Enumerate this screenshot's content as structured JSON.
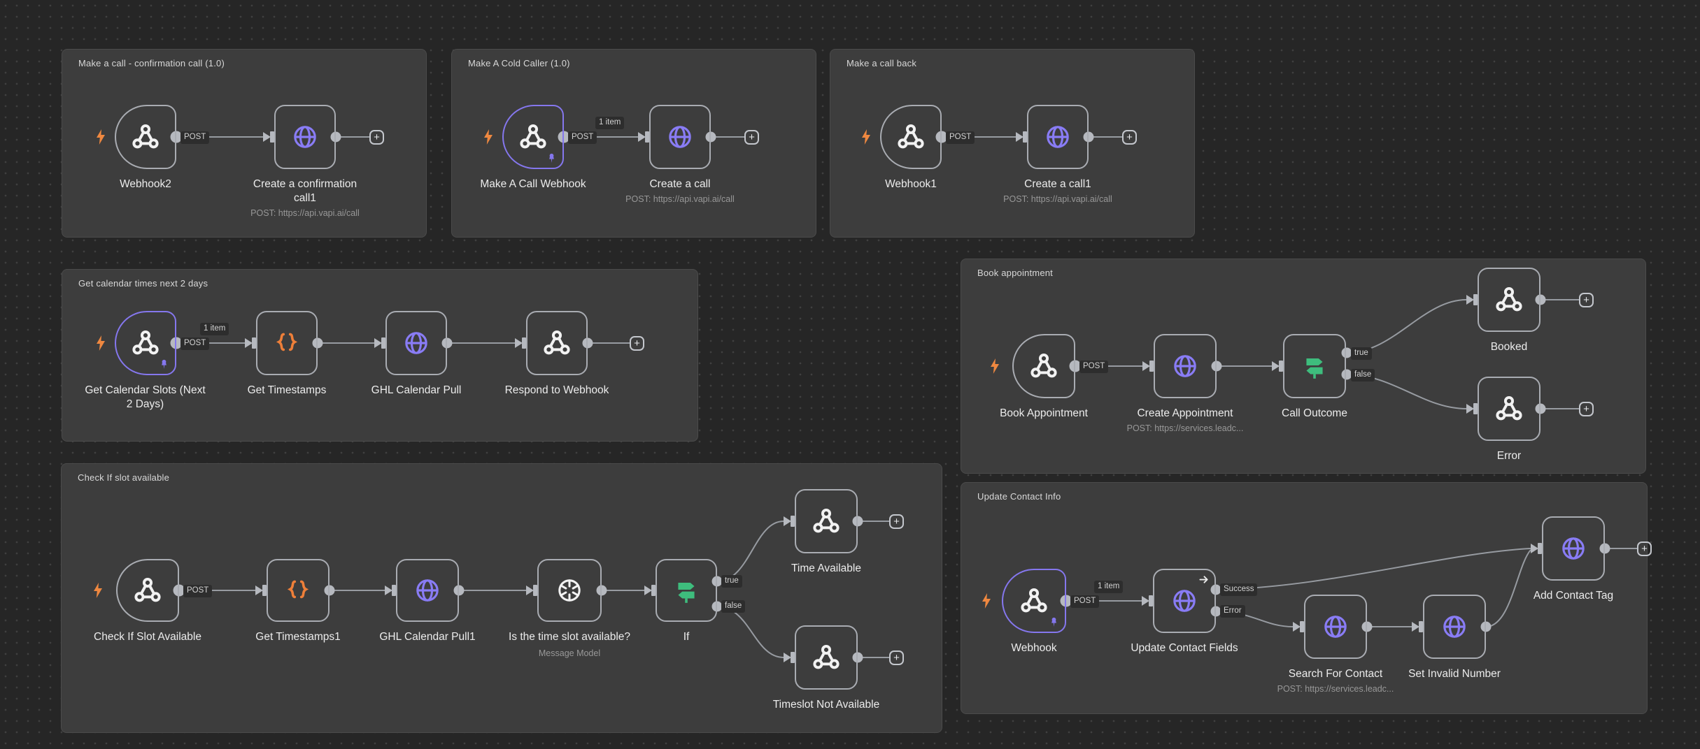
{
  "app": {
    "name": "workflow canvas"
  },
  "colors": {
    "canvas_bg": "#262626",
    "group_bg": "#3d3d3d",
    "wire": "#979ba1",
    "node_border": "#a9acb2",
    "pinned_border": "#8577ee",
    "http_icon": "#897cf5",
    "code_icon": "#ee7f39",
    "switch_icon": "#3ebd7d",
    "trigger_bolt": "#ef8840"
  },
  "labels": {
    "plus": "+",
    "post": "POST",
    "one_item": "1 item",
    "true_out": "true",
    "false_out": "false",
    "success_out": "Success",
    "error_out": "Error"
  },
  "groups": [
    {
      "title": "Make a call - confirmation call (1.0)",
      "nodes": [
        {
          "label": "Webhook2",
          "icon": "webhook-trigger"
        },
        {
          "label": "Create a confirmation call1",
          "subtitle": "POST: https://api.vapi.ai/call",
          "icon": "http-request"
        }
      ],
      "connections": [
        {
          "from": "Webhook2",
          "to": "Create a confirmation call1",
          "label": "POST"
        }
      ]
    },
    {
      "title": "Make A Cold Caller (1.0)",
      "nodes": [
        {
          "label": "Make A Call Webhook",
          "icon": "webhook-trigger",
          "pinned": true
        },
        {
          "label": "Create a call",
          "subtitle": "POST: https://api.vapi.ai/call",
          "icon": "http-request"
        }
      ],
      "connections": [
        {
          "from": "Make A Call Webhook",
          "to": "Create a call",
          "label": "POST, 1 item"
        }
      ]
    },
    {
      "title": "Make a call back",
      "nodes": [
        {
          "label": "Webhook1",
          "icon": "webhook-trigger"
        },
        {
          "label": "Create a call1",
          "subtitle": "POST: https://api.vapi.ai/call",
          "icon": "http-request"
        }
      ],
      "connections": [
        {
          "from": "Webhook1",
          "to": "Create a call1",
          "label": "POST"
        }
      ]
    },
    {
      "title": "Get calendar times next 2 days",
      "nodes": [
        {
          "label": "Get Calendar Slots (Next 2 Days)",
          "icon": "webhook-trigger",
          "pinned": true
        },
        {
          "label": "Get Timestamps",
          "icon": "code"
        },
        {
          "label": "GHL Calendar Pull",
          "icon": "http-request"
        },
        {
          "label": "Respond to Webhook",
          "icon": "respond-webhook"
        }
      ],
      "connections": [
        {
          "from": "Get Calendar Slots (Next 2 Days)",
          "to": "Get Timestamps",
          "label": "POST, 1 item"
        },
        {
          "from": "Get Timestamps",
          "to": "GHL Calendar Pull"
        },
        {
          "from": "GHL Calendar Pull",
          "to": "Respond to Webhook"
        }
      ]
    },
    {
      "title": "Book appointment",
      "nodes": [
        {
          "label": "Book Appointment",
          "icon": "webhook-trigger"
        },
        {
          "label": "Create Appointment",
          "subtitle": "POST: https://services.leadc...",
          "icon": "http-request"
        },
        {
          "label": "Call Outcome",
          "icon": "switch"
        },
        {
          "label": "Booked",
          "icon": "respond-webhook"
        },
        {
          "label": "Error",
          "icon": "respond-webhook"
        }
      ],
      "connections": [
        {
          "from": "Book Appointment",
          "to": "Create Appointment",
          "label": "POST"
        },
        {
          "from": "Create Appointment",
          "to": "Call Outcome"
        },
        {
          "from": "Call Outcome",
          "to": "Booked",
          "label": "true"
        },
        {
          "from": "Call Outcome",
          "to": "Error",
          "label": "false"
        }
      ]
    },
    {
      "title": "Check If slot available",
      "nodes": [
        {
          "label": "Check If Slot Available",
          "icon": "webhook-trigger"
        },
        {
          "label": "Get Timestamps1",
          "icon": "code"
        },
        {
          "label": "GHL Calendar Pull1",
          "icon": "http-request"
        },
        {
          "label": "Is the time slot available?",
          "subtitle": "Message Model",
          "icon": "openai"
        },
        {
          "label": "If",
          "icon": "switch"
        },
        {
          "label": "Time Available",
          "icon": "respond-webhook"
        },
        {
          "label": "Timeslot Not Available",
          "icon": "respond-webhook"
        }
      ],
      "connections": [
        {
          "from": "Check If Slot Available",
          "to": "Get Timestamps1",
          "label": "POST"
        },
        {
          "from": "Get Timestamps1",
          "to": "GHL Calendar Pull1"
        },
        {
          "from": "GHL Calendar Pull1",
          "to": "Is the time slot available?"
        },
        {
          "from": "Is the time slot available?",
          "to": "If"
        },
        {
          "from": "If",
          "to": "Time Available",
          "label": "true"
        },
        {
          "from": "If",
          "to": "Timeslot Not Available",
          "label": "false"
        }
      ]
    },
    {
      "title": "Update Contact Info",
      "nodes": [
        {
          "label": "Webhook",
          "icon": "webhook-trigger",
          "pinned": true
        },
        {
          "label": "Update Contact Fields",
          "icon": "http-request"
        },
        {
          "label": "Search For Contact",
          "subtitle": "POST: https://services.leadc...",
          "icon": "http-request"
        },
        {
          "label": "Set Invalid Number",
          "icon": "http-request"
        },
        {
          "label": "Add Contact Tag",
          "icon": "http-request"
        }
      ],
      "connections": [
        {
          "from": "Webhook",
          "to": "Update Contact Fields",
          "label": "POST, 1 item"
        },
        {
          "from": "Update Contact Fields",
          "to": "Add Contact Tag",
          "label": "Success"
        },
        {
          "from": "Update Contact Fields",
          "to": "Search For Contact",
          "label": "Error"
        },
        {
          "from": "Search For Contact",
          "to": "Set Invalid Number"
        },
        {
          "from": "Set Invalid Number",
          "to": "Add Contact Tag"
        }
      ]
    }
  ]
}
